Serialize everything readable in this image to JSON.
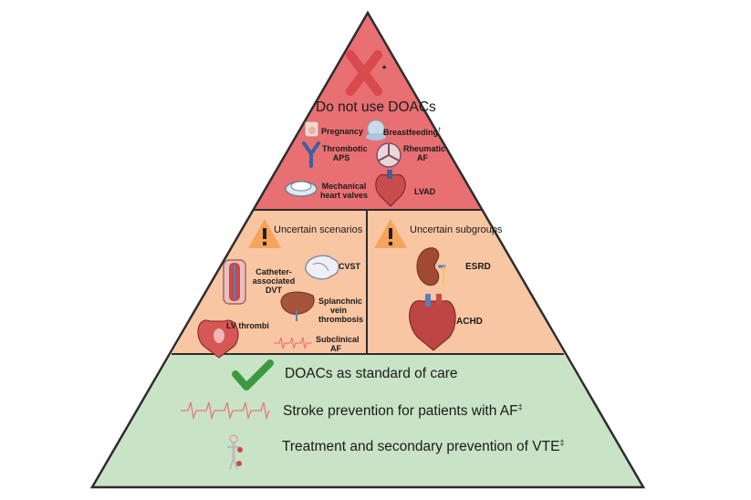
{
  "colors": {
    "top": "#e86f72",
    "middle": "#f9c6a3",
    "bottom": "#c9e3c6",
    "outline": "#2d2d2d",
    "cross": "#d84a4e",
    "check": "#3b9a3f",
    "warning": "#f6a45a",
    "ecg": "#e57a7a"
  },
  "top_tier": {
    "marker": "*",
    "title": "Do not use DOACs",
    "items": [
      {
        "label": "Pregnancy",
        "icon": "pregnancy-icon"
      },
      {
        "label": "Breastfeeding",
        "sup": "†",
        "icon": "breastfeeding-icon"
      },
      {
        "label": "Thrombotic APS",
        "icon": "antibody-icon"
      },
      {
        "label": "Rheumatic AF",
        "icon": "heart-valve-icon"
      },
      {
        "label": "Mechanical heart valves",
        "icon": "mechanical-valve-icon"
      },
      {
        "label": "LVAD",
        "icon": "heart-device-icon"
      }
    ]
  },
  "middle_left": {
    "title": "Uncertain scenarios",
    "items": [
      {
        "label": "Catheter-associated DVT",
        "icon": "vein-catheter-icon"
      },
      {
        "label": "CVST",
        "icon": "brain-icon"
      },
      {
        "label": "Splanchnic vein thrombosis",
        "icon": "liver-icon"
      },
      {
        "label": "LV thrombi",
        "icon": "heart-icon"
      },
      {
        "label": "Subclinical AF",
        "icon": "ecg-icon"
      }
    ]
  },
  "middle_right": {
    "title": "Uncertain subgroups",
    "items": [
      {
        "label": "ESRD",
        "icon": "kidney-icon"
      },
      {
        "label": "ACHD",
        "icon": "heart-icon"
      }
    ]
  },
  "bottom_tier": {
    "title": "DOACs as standard of care",
    "items": [
      {
        "label": "Stroke prevention for patients with AF",
        "sup": "‡",
        "icon": "ecg-icon"
      },
      {
        "label": "Treatment and secondary prevention of VTE",
        "sup": "‡",
        "icon": "body-icon"
      }
    ]
  }
}
